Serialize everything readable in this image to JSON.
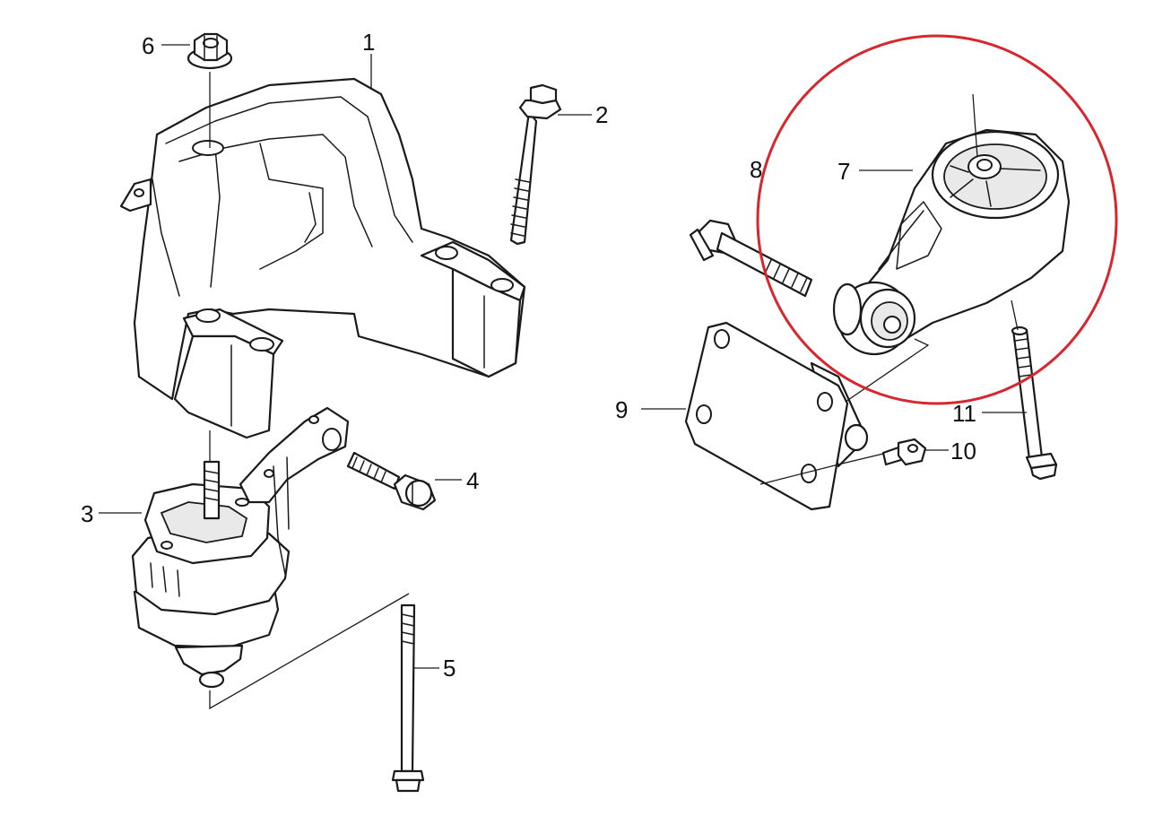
{
  "diagram": {
    "callouts": [
      {
        "id": "1",
        "label": "1"
      },
      {
        "id": "2",
        "label": "2"
      },
      {
        "id": "3",
        "label": "3"
      },
      {
        "id": "4",
        "label": "4"
      },
      {
        "id": "5",
        "label": "5"
      },
      {
        "id": "6",
        "label": "6"
      },
      {
        "id": "7",
        "label": "7"
      },
      {
        "id": "8",
        "label": "8"
      },
      {
        "id": "9",
        "label": "9"
      },
      {
        "id": "10",
        "label": "10"
      },
      {
        "id": "11",
        "label": "11"
      }
    ],
    "highlight": {
      "color": "#d7262e",
      "shape": "circle",
      "encloses": "7"
    },
    "line_color": "#1a1a1a"
  }
}
